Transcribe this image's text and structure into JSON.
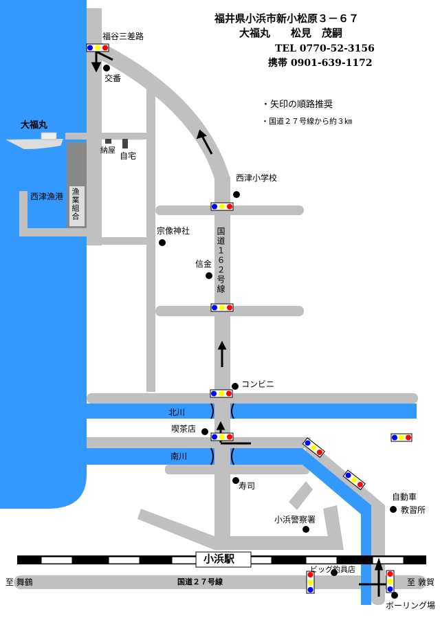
{
  "header": {
    "address": "福井県小浜市新小松原３－６７",
    "name": "大福丸　　松見　茂嗣",
    "tel": "TEL 0770-52-3156",
    "mobile": "携帯 0901-639-1172",
    "note1": "・矢印の順路推奨",
    "note2": "・国道２７号線から約３㎞"
  },
  "labels": {
    "boat": "大福丸",
    "fukuya": "福谷三差路",
    "koban": "交番",
    "naya": "納屋",
    "jitaku": "自宅",
    "port": "西津漁港",
    "coop": "漁業組合",
    "school": "西津小学校",
    "shrine": "宗像神社",
    "shinkin": "信金",
    "route162": "国道１６２号線",
    "konbini": "コンビニ",
    "kitagawa": "北川",
    "minamigawa": "南川",
    "cafe": "喫茶店",
    "sushi": "寿司",
    "police": "小浜警察署",
    "driving_school_1": "自動車",
    "driving_school_2": "教習所",
    "station": "小浜駅",
    "fishing_shop": "ビッグ釣具店",
    "route27": "国道２７号線",
    "to_maizuru": "至 舞鶴",
    "to_tsuruga": "至 敦賀",
    "bowling": "ボーリング場"
  },
  "colors": {
    "sea": "#3399ff",
    "road": "#c0c0c0",
    "red": "#ff0000",
    "yellow": "#ffff00",
    "blue": "#0000ff"
  }
}
